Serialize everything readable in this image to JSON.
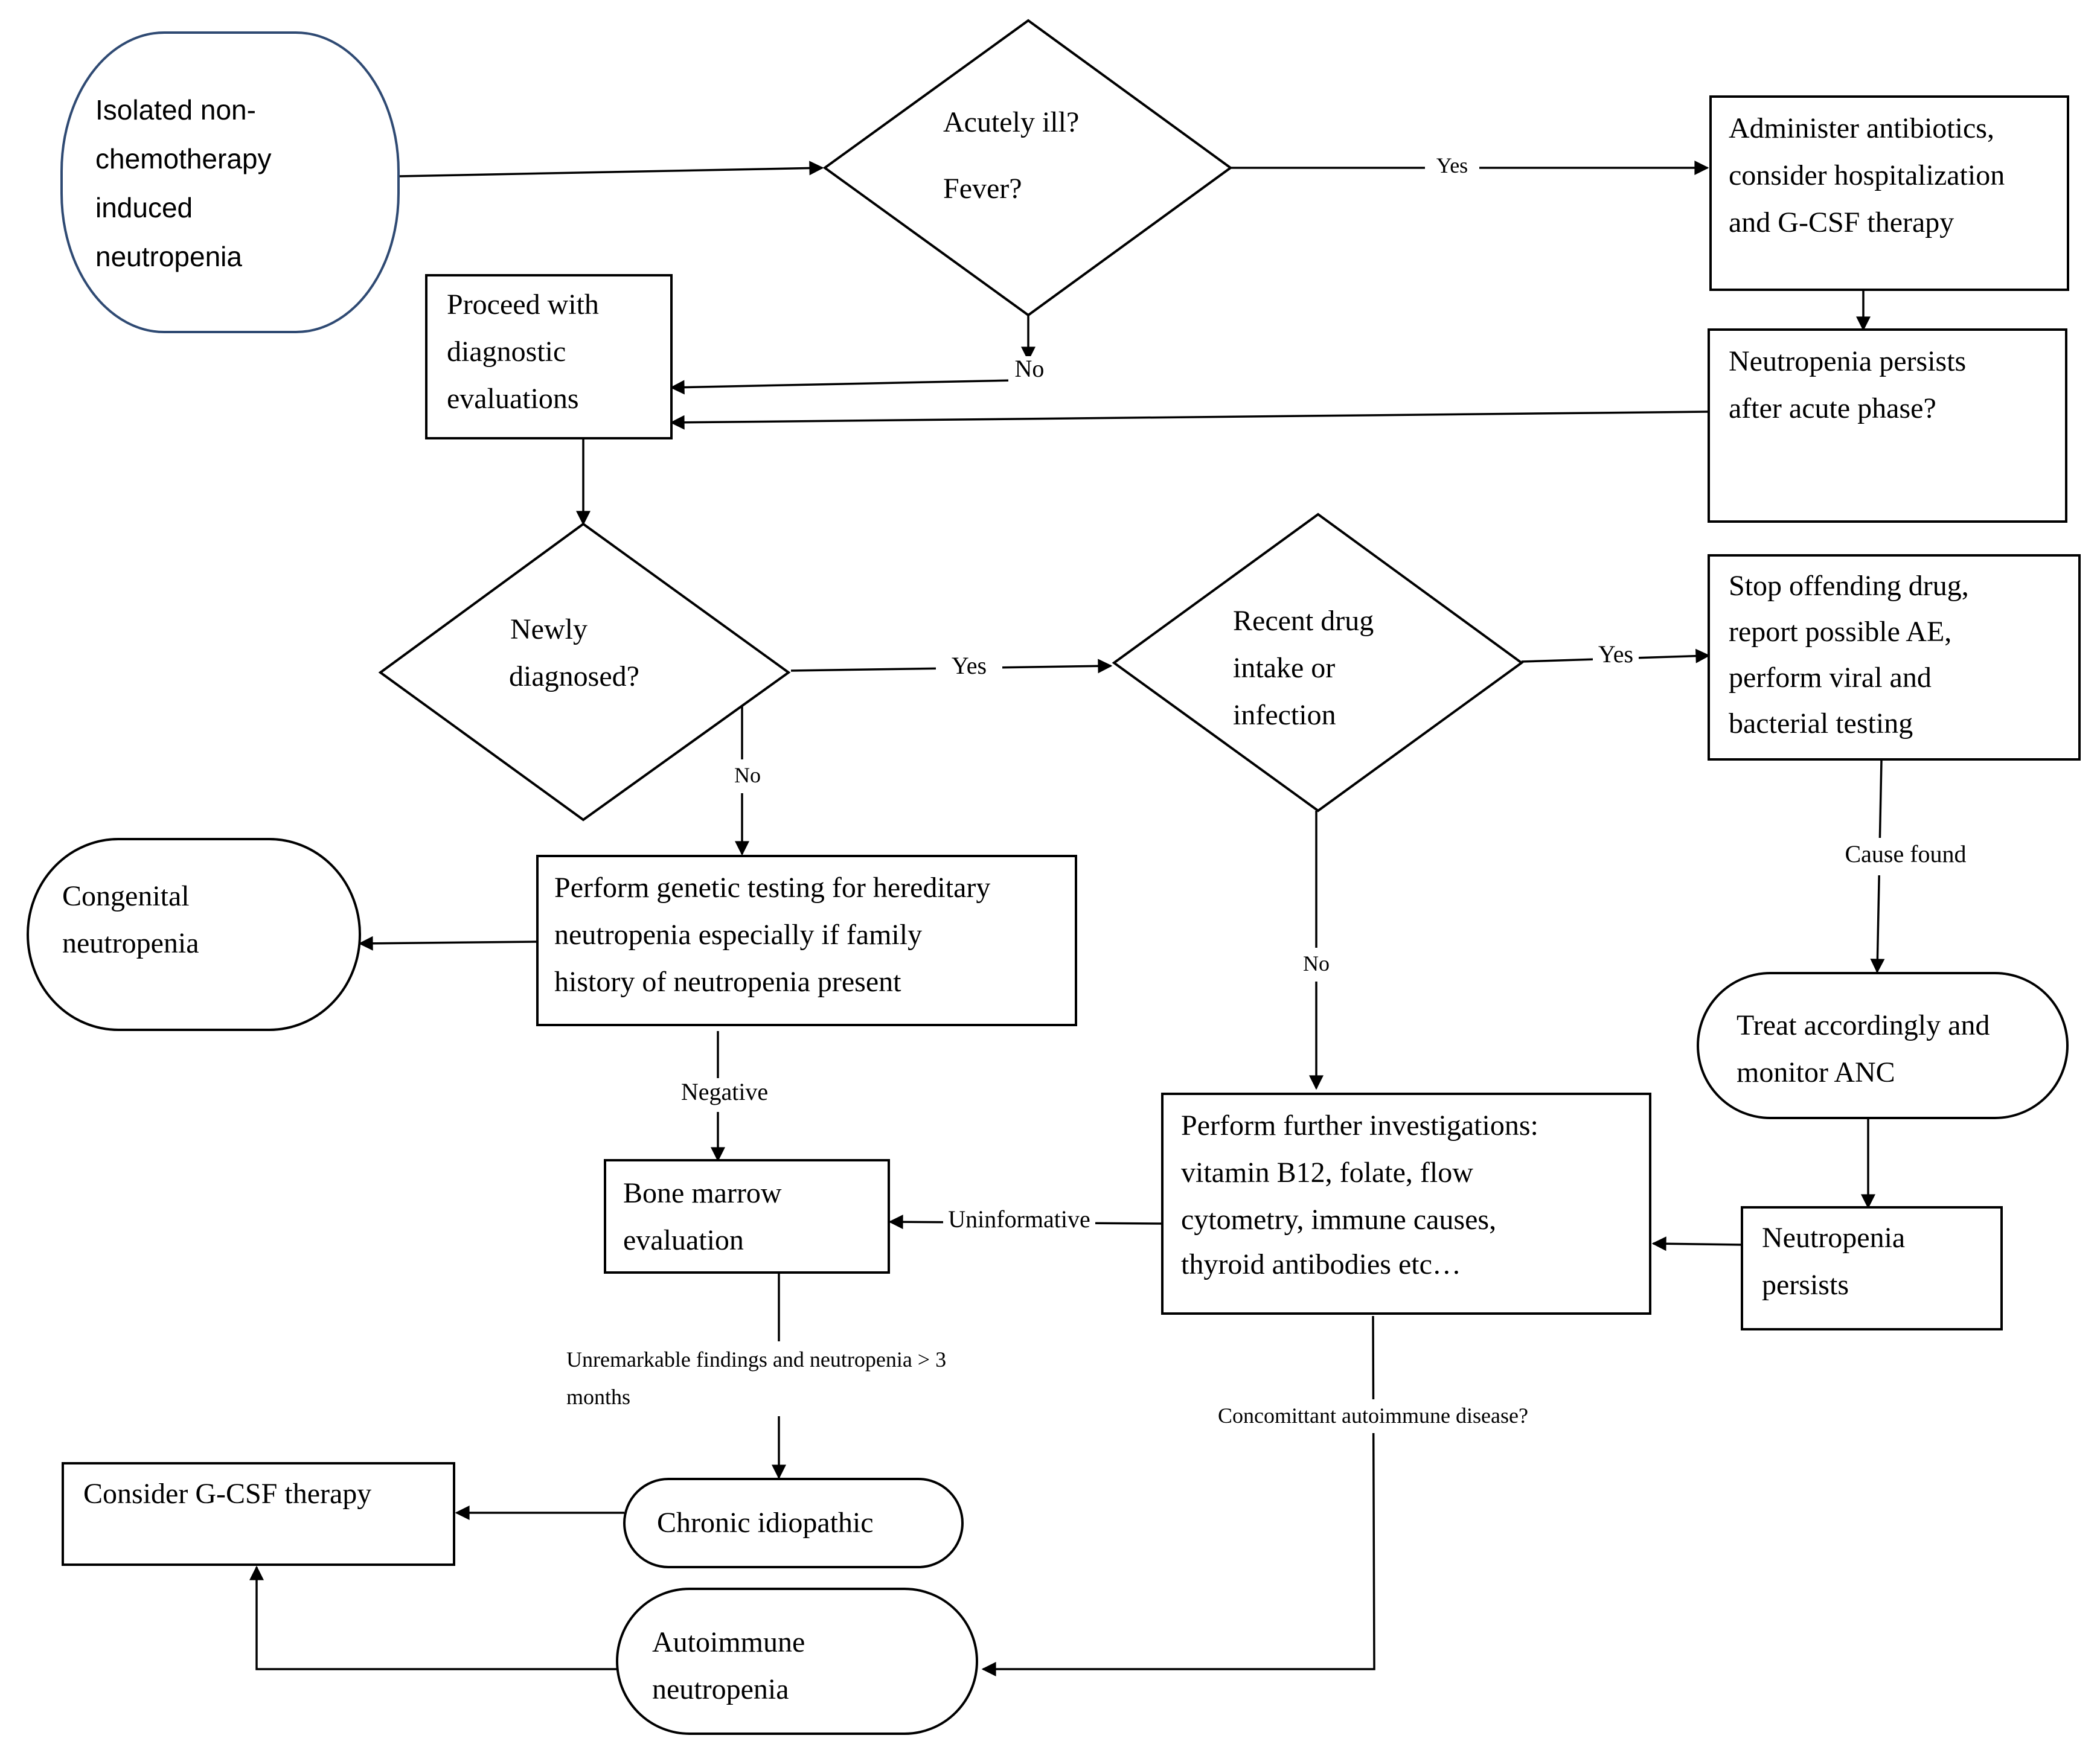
{
  "nodes": {
    "start": [
      "Isolated non-",
      "chemotherapy",
      "induced",
      "neutropenia"
    ],
    "acutely_ill": [
      "Acutely ill?",
      "Fever?"
    ],
    "antibiotics": [
      "Administer antibiotics,",
      "consider hospitalization",
      "and G-CSF therapy"
    ],
    "persists_after_acute": [
      "Neutropenia persists",
      "after acute phase?"
    ],
    "diagnostic": [
      "Proceed with",
      "diagnostic",
      "evaluations"
    ],
    "newly_diagnosed": [
      "Newly",
      "diagnosed?"
    ],
    "recent_drug": [
      "Recent drug",
      "intake or",
      "infection"
    ],
    "stop_drug": [
      "Stop offending drug,",
      "report possible AE,",
      "perform viral and",
      "bacterial testing"
    ],
    "congenital": [
      "Congenital",
      "neutropenia"
    ],
    "genetic_testing": [
      "Perform genetic testing for hereditary",
      "neutropenia especially if family",
      "history of neutropenia present"
    ],
    "treat": [
      "Treat accordingly and",
      "monitor ANC"
    ],
    "further_investigations": [
      "Perform further investigations:",
      "vitamin B12, folate, flow",
      "cytometry, immune causes,",
      "thyroid antibodies etc…"
    ],
    "bone_marrow": [
      "Bone marrow",
      "evaluation"
    ],
    "neutropenia_persists": [
      "Neutropenia",
      "persists"
    ],
    "consider_gcsf": [
      "Consider G-CSF therapy"
    ],
    "chronic_idiopathic": [
      "Chronic idiopathic"
    ],
    "autoimmune": [
      "Autoimmune",
      "neutropenia"
    ]
  },
  "edge_labels": {
    "yes_acute": "Yes",
    "no_acute": "No",
    "yes_newly": "Yes",
    "no_newly": "No",
    "yes_drug": "Yes",
    "no_drug": "No",
    "cause_found": "Cause found",
    "negative": "Negative",
    "uninformative": "Uninformative",
    "unremarkable": [
      "Unremarkable findings and neutropenia > 3",
      "months"
    ],
    "concomitant": "Concomittant autoimmune disease?"
  }
}
